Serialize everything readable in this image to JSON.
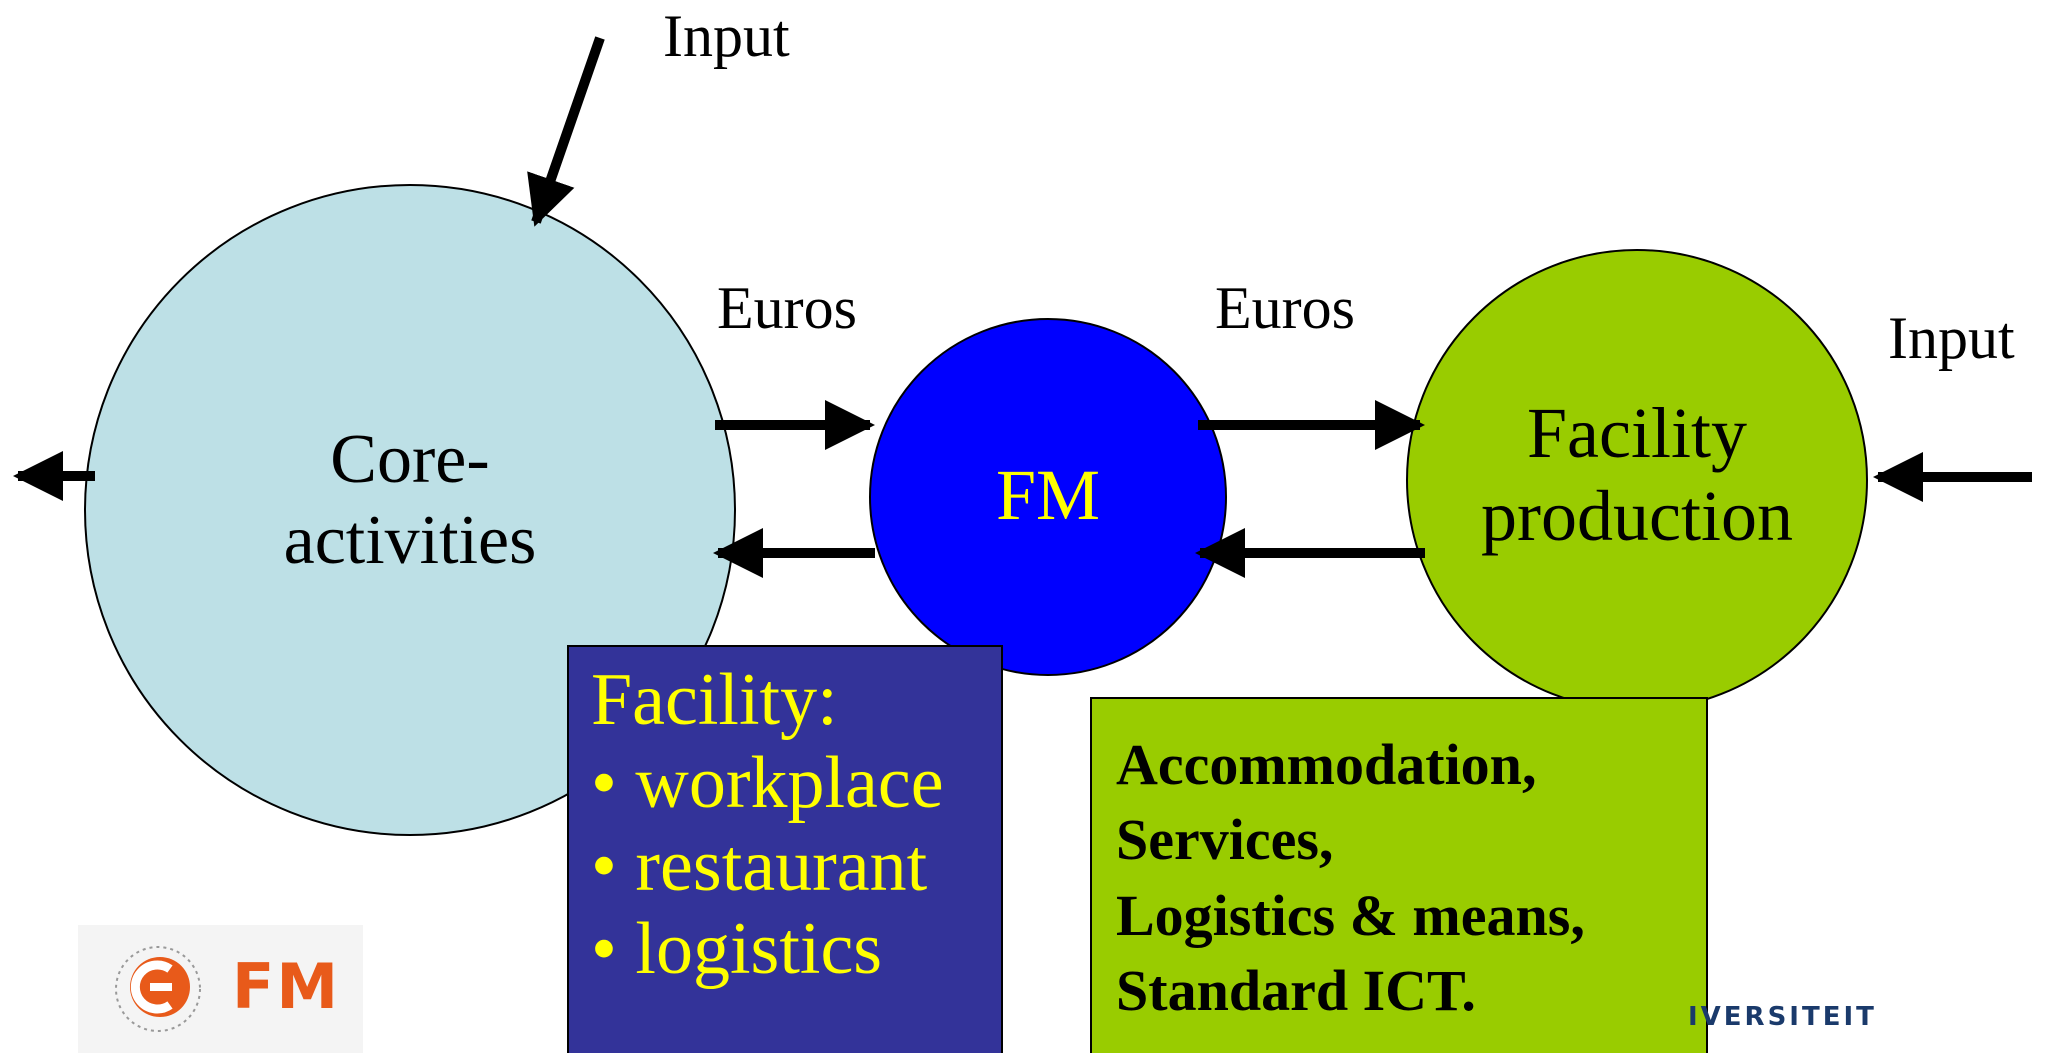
{
  "labels": {
    "input_top": "Input",
    "input_right": "Input",
    "euros_left": "Euros",
    "euros_right": "Euros"
  },
  "nodes": {
    "core": {
      "line1": "Core-",
      "line2": "activities",
      "color": "#bde0e6"
    },
    "fm": {
      "label": "FM",
      "color": "#0000ff",
      "text_color": "#ffff00"
    },
    "facility_production": {
      "line1": "Facility",
      "line2": "production",
      "color": "#99cc00"
    }
  },
  "facility_box": {
    "heading": "Facility:",
    "items": [
      "• workplace",
      "• restaurant",
      "• logistics"
    ],
    "background": "#333399",
    "text_color": "#ffff00"
  },
  "production_box": {
    "lines": [
      "Accommodation,",
      "Services,",
      "Logistics & means,",
      "Standard ICT."
    ],
    "background": "#99cc00"
  },
  "logos": {
    "left_text": "FM",
    "right_text": "IVERSITEIT"
  }
}
